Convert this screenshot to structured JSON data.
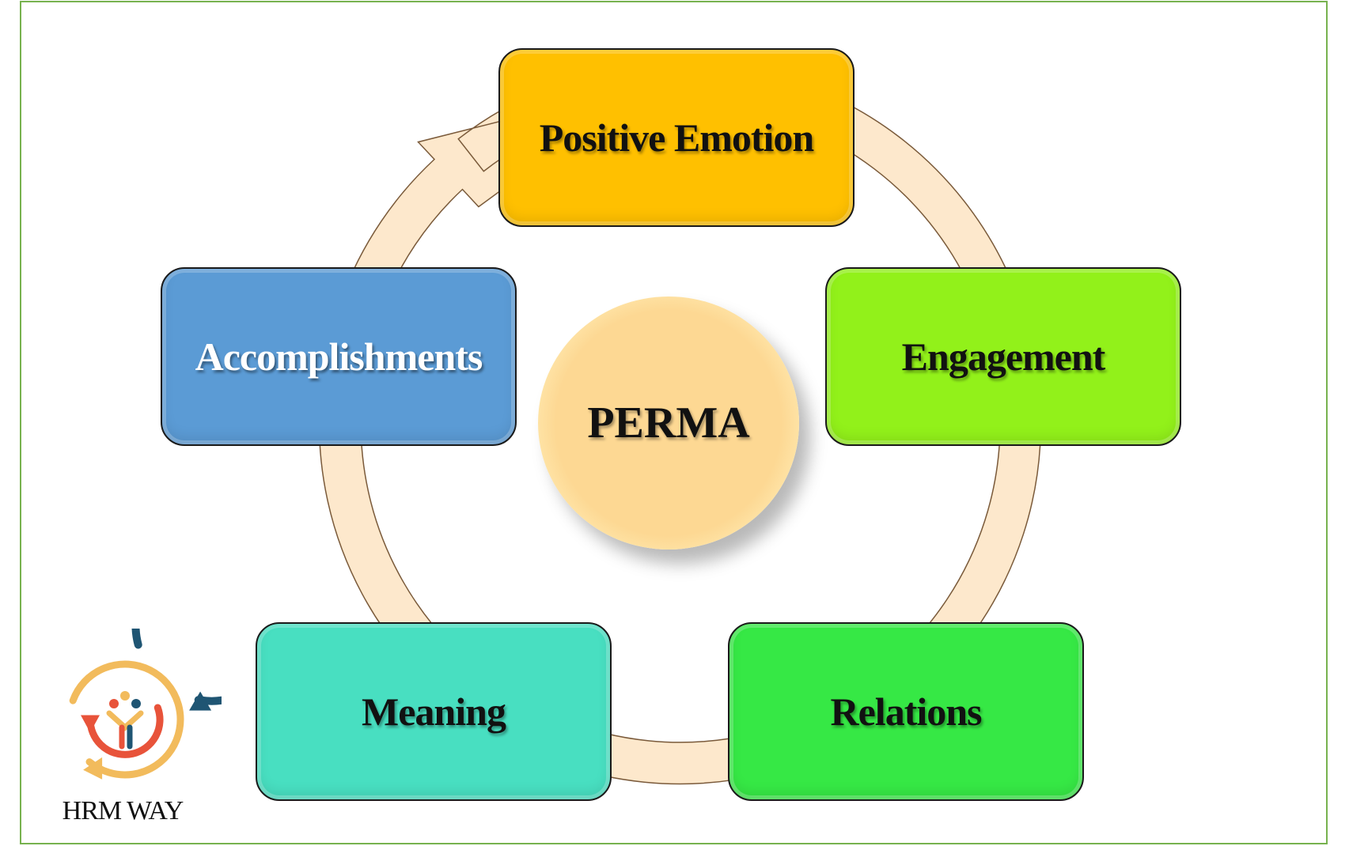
{
  "diagram": {
    "center": {
      "label": "PERMA",
      "color": "#fdd893"
    },
    "ring_color": "#fde8cc",
    "ring_stroke": "#7a5a3a",
    "nodes": [
      {
        "id": "positive-emotion",
        "label": "Positive Emotion",
        "color": "#ffc000",
        "text_color": "#111111"
      },
      {
        "id": "engagement",
        "label": "Engagement",
        "color": "#92f11a",
        "text_color": "#111111"
      },
      {
        "id": "relations",
        "label": "Relations",
        "color": "#36e845",
        "text_color": "#111111"
      },
      {
        "id": "meaning",
        "label": "Meaning",
        "color": "#48dfc1",
        "text_color": "#111111"
      },
      {
        "id": "accomplishments",
        "label": "Accomplishments",
        "color": "#5b9bd5",
        "text_color": "#ffffff"
      }
    ]
  },
  "logo": {
    "text": "HRM WAY",
    "colors": {
      "outer": "#1f5573",
      "middle": "#f2bb5c",
      "inner": "#e8533a",
      "figure_teal": "#1f5573"
    }
  },
  "frame_color": "#77b24f"
}
